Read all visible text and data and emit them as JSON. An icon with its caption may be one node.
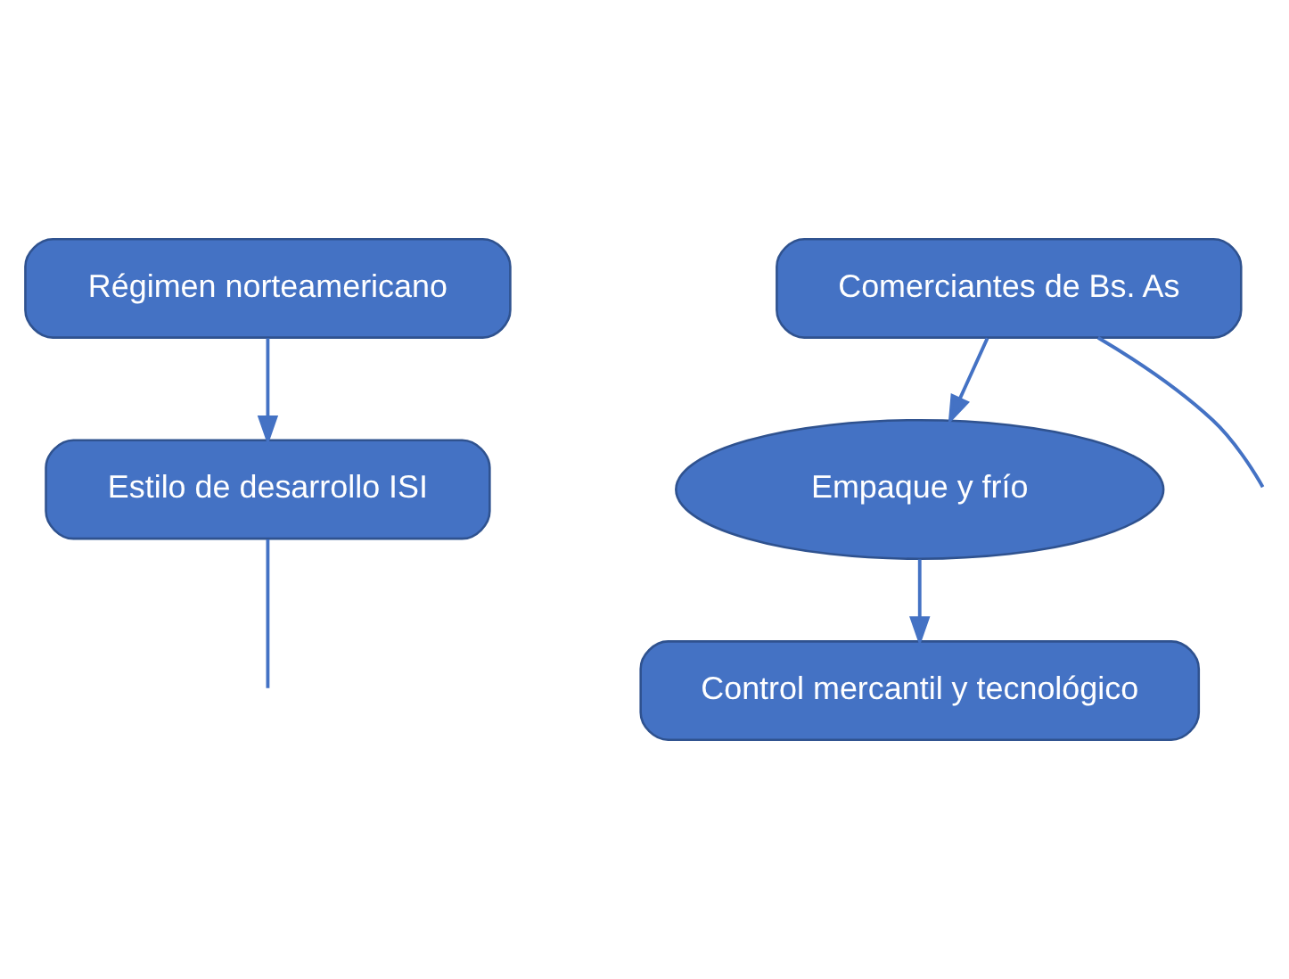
{
  "diagram": {
    "nodes": [
      {
        "text": [
          "Régimen norteamericano"
        ]
      },
      {
        "text": [
          "Estilo de desarrollo ISI"
        ]
      },
      {
        "text": [
          "Comerciantes de Bs. As"
        ]
      },
      {
        "text": [
          "Empaque y frío"
        ]
      },
      {
        "text": [
          "Control mercantil y tecnológico"
        ]
      }
    ],
    "edges": [
      {
        "from": 0,
        "to": 1,
        "arrow": "to"
      },
      {
        "from": 1,
        "to": null,
        "arrow": "none"
      },
      {
        "from": 2,
        "to": 3,
        "arrow": "to"
      },
      {
        "from": 2,
        "to": null,
        "arrow": "none"
      },
      {
        "from": 3,
        "to": 4,
        "arrow": "to"
      }
    ]
  }
}
